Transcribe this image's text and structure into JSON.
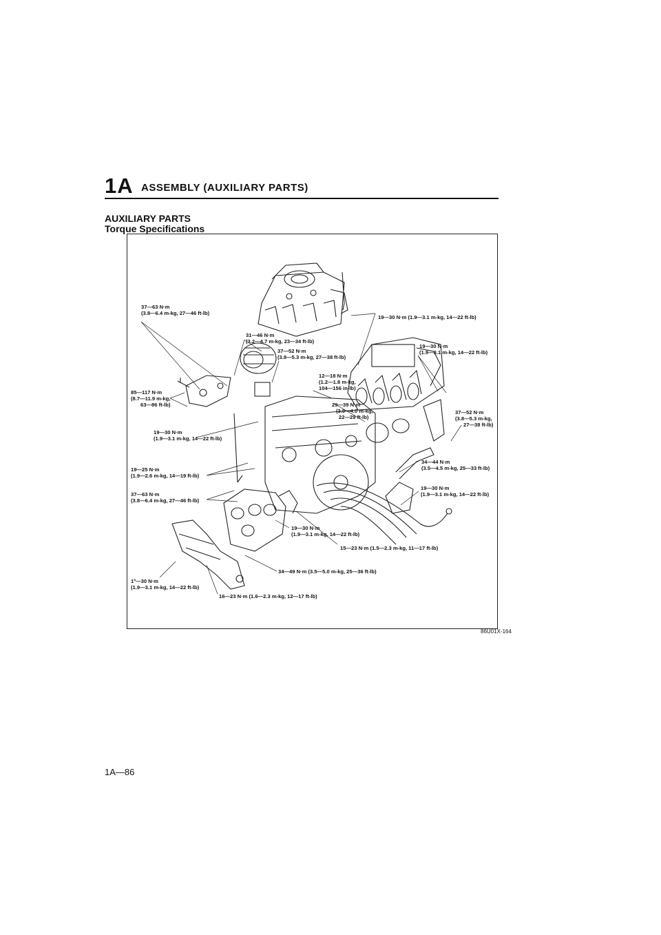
{
  "header": {
    "section": "1A",
    "title": "ASSEMBLY (AUXILIARY PARTS)"
  },
  "heading": "AUXILIARY PARTS",
  "subheading": "Torque Specifications",
  "figure": {
    "id": "86U01X-164",
    "labels": {
      "l01": [
        "37—63 N·m",
        "(3.8—6.4 m-kg, 27—46 ft-lb)"
      ],
      "l02": [
        "19—30 N·m (1.9—3.1 m-kg, 14—22 ft-lb)"
      ],
      "l03": [
        "31—46 N·m",
        "(3.2—4.7 m-kg, 23—34 ft-lb)"
      ],
      "l04": [
        "37—52 N·m",
        "(3.8—5.3 m-kg, 27—38 ft-lb)"
      ],
      "l05": [
        "19—30 N·m",
        "(1.9—3.1 m-kg, 14—22 ft-lb)"
      ],
      "l06": [
        "12—18 N·m",
        "(1.2—1.8 m-kg,",
        "104—156 in-lb)"
      ],
      "l07": [
        "85—117 N·m",
        "(8.7—11.9 m-kg,",
        "63—86 ft-lb)"
      ],
      "l08": [
        "29—39 N·m",
        "(3.0—4.0 m-kg,",
        "22—29 ft-lb)"
      ],
      "l09": [
        "37—52 N·m",
        "(3.8—5.3 m-kg,",
        "27—38 ft-lb)"
      ],
      "l10": [
        "19—30 N·m",
        "(1.9—3.1 m-kg, 14—22 ft-lb)"
      ],
      "l11": [
        "34—44 N·m",
        "(3.5—4.5 m-kg, 25—33 ft-lb)"
      ],
      "l12": [
        "19—25 N·m",
        "(1.9—2.6 m-kg, 14—19 ft-lb)"
      ],
      "l13": [
        "19—30 N·m",
        "(1.9—3.1 m-kg, 14—22 ft-lb)"
      ],
      "l14": [
        "37—63 N·m",
        "(3.8—6.4 m-kg, 27—46 ft-lb)"
      ],
      "l15": [
        "19—30 N·m",
        "(1.9—3.1 m-kg, 14—22 ft-lb)"
      ],
      "l16": [
        "15—23 N·m (1.5—2.3 m-kg, 11—17 ft-lb)"
      ],
      "l17": [
        "34—49 N·m (3.5—5.0 m-kg, 25—36 ft-lb)"
      ],
      "l18": [
        "1º—30 N·m",
        "(1.9—3.1 m-kg, 14—22 ft-lb)"
      ],
      "l19": [
        "16—23 N·m (1.6—2.3 m-kg, 12—17 ft-lb)"
      ]
    }
  },
  "page_number": "1A—86"
}
